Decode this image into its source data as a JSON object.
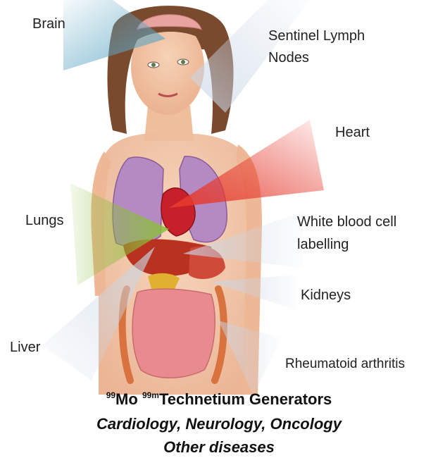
{
  "labels": {
    "brain": "Brain",
    "sentinel_line1": "Sentinel Lymph",
    "sentinel_line2": "Nodes",
    "heart": "Heart",
    "lungs": "Lungs",
    "wbc_line1": "White blood cell",
    "wbc_line2": "labelling",
    "kidneys": "Kidneys",
    "liver": "Liver",
    "rheumatoid": "Rheumatoid arthritis"
  },
  "caption": {
    "isotope_mo": "99",
    "element_mo": "Mo",
    "isotope_tc": "99m",
    "generator_text": "Technetium Generators",
    "specialties": "Cardiology, Neurology, Oncology",
    "other": "Other diseases"
  },
  "colors": {
    "brain_beam": "#5fa7c4",
    "heart_beam": "#e63a2e",
    "lungs_beam": "#8bbf3a",
    "neutral_beam": "#c9d6e6",
    "skin": "#f2c2a0",
    "hair": "#7a4a2e",
    "lungs": "#b58ac2",
    "heart": "#c8202a",
    "liver": "#b8321f",
    "intestine": "#e88a8e"
  }
}
